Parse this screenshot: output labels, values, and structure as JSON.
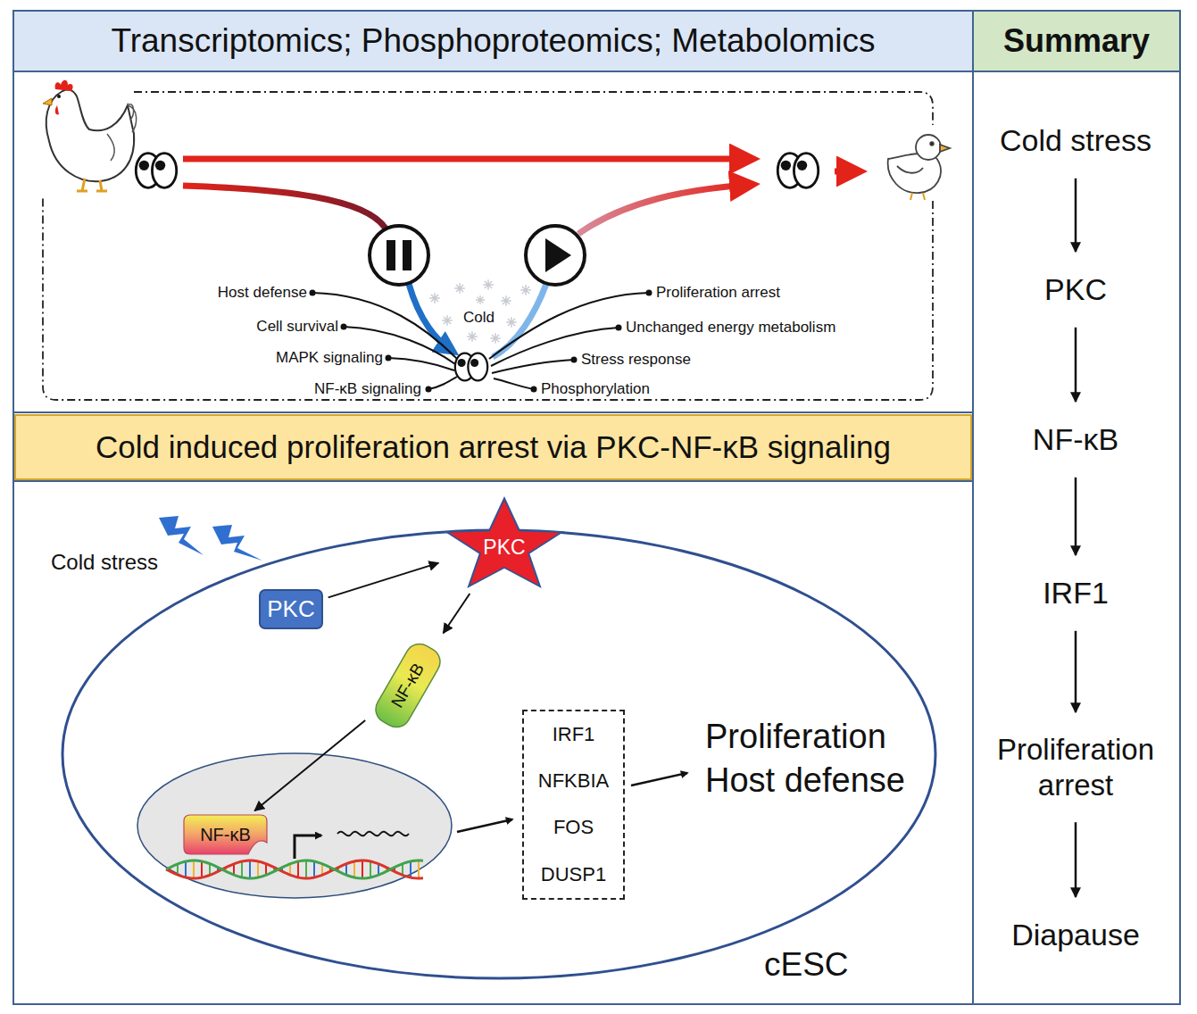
{
  "diagram": {
    "nodes": [
      {
        "text": [
          "Transcriptomics; Phosphoproteomics; Metabolomics"
        ]
      },
      {
        "text": [
          "Summary"
        ]
      },
      {
        "text": [
          "Cold stress"
        ]
      },
      {
        "text": [
          "PKC"
        ]
      },
      {
        "text": [
          "NF-κB"
        ]
      },
      {
        "text": [
          "IRF1"
        ]
      },
      {
        "text": [
          "Proliferation arrest"
        ]
      },
      {
        "text": [
          "Diapause"
        ]
      },
      {
        "text": [
          "Cold induced proliferation arrest via PKC-NF-κB signaling"
        ]
      },
      {
        "text": [
          "cESC"
        ]
      },
      {
        "text": [
          "PKC"
        ],
        "in": 9
      },
      {
        "text": [
          "PKC"
        ],
        "in": 9
      },
      {
        "text": [
          "NF-κB"
        ],
        "in": 9
      },
      {
        "text": [
          "NF-κB"
        ],
        "in": 9
      },
      {
        "text": [
          "IRF1",
          "NFKBIA",
          "FOS",
          "DUSP1"
        ],
        "in": 9
      }
    ],
    "edges": [
      {
        "from": 2,
        "to": 3,
        "arrow": "to"
      },
      {
        "from": 3,
        "to": 4,
        "arrow": "to"
      },
      {
        "from": 4,
        "to": 5,
        "arrow": "to"
      },
      {
        "from": 5,
        "to": 6,
        "arrow": "to"
      },
      {
        "from": 6,
        "to": 7,
        "arrow": "to"
      },
      {
        "from": 10,
        "to": 11,
        "arrow": "to"
      },
      {
        "from": 11,
        "to": 12,
        "arrow": "to"
      },
      {
        "from": 12,
        "to": 13,
        "arrow": "to"
      }
    ],
    "labels": [
      "Host defense",
      "Cell survival",
      "MAPK signaling",
      "NF-κB signaling",
      "Cold",
      "Proliferation arrest",
      "Unchanged energy metabolism",
      "Stress response",
      "Phosphorylation",
      "Cold stress",
      "Proliferation",
      "Host defense"
    ]
  }
}
